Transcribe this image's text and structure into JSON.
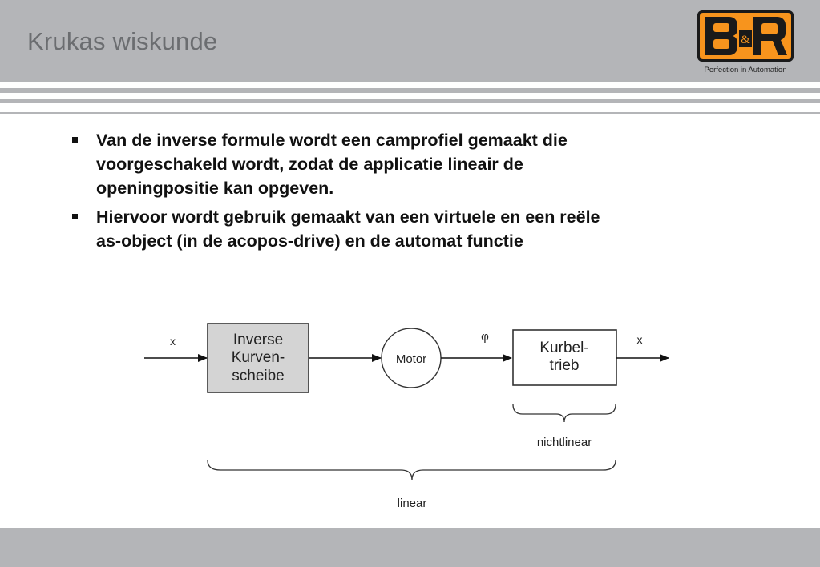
{
  "slide": {
    "title": "Krukas wiskunde",
    "logo": {
      "text": "B&R",
      "tagline": "Perfection in Automation",
      "colors": {
        "orange": "#f7941d",
        "dark": "#1a1a1a"
      }
    },
    "bullets": [
      "Van de inverse formule wordt een camprofiel gemaakt die voorgeschakeld wordt, zodat de applicatie lineair de openingpositie kan opgeven.",
      "Hiervoor wordt gebruik gemaakt van een virtuele en een reële as-object (in de acopos-drive) en de automat functie"
    ]
  },
  "diagram": {
    "input_label": "x",
    "block1": {
      "lines": [
        "Inverse",
        "Kurven-",
        "scheibe"
      ],
      "fill": "#d4d4d4"
    },
    "motor_label": "Motor",
    "phi_label": "φ",
    "block2": {
      "lines": [
        "Kurbel-",
        "trieb"
      ]
    },
    "output_label": "x",
    "brace_small_label": "nichtlinear",
    "brace_large_label": "linear"
  },
  "colors": {
    "header": "#b4b5b8",
    "title": "#6b6d70",
    "text": "#111111"
  }
}
